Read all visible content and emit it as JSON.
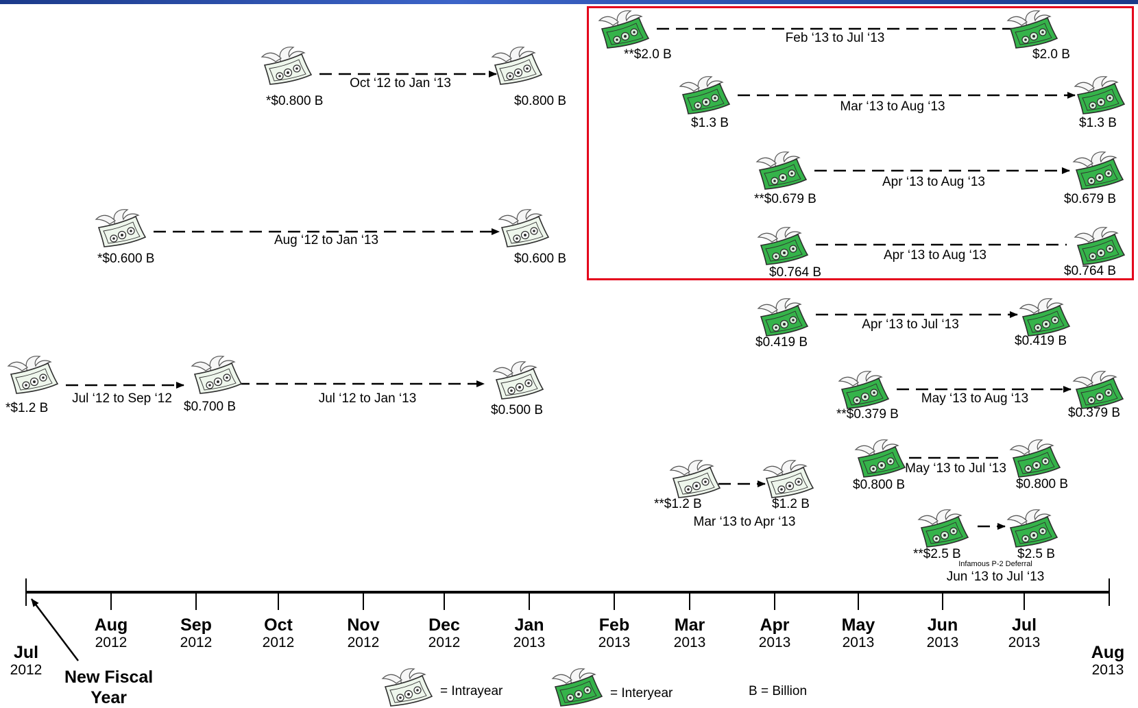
{
  "colors": {
    "interyear_bill": "#35b34a",
    "intrayear_bill": "#eef6ec",
    "highlight_box": "#e4001b",
    "header_strip": "#1b3a8a"
  },
  "icons": {
    "intrayear": "flying-money-white-icon",
    "interyear": "flying-money-green-icon"
  },
  "timeline": {
    "start": {
      "month": "Jul",
      "year": "2012"
    },
    "end": {
      "month": "Aug",
      "year": "2013"
    },
    "months": [
      {
        "month": "Aug",
        "year": "2012"
      },
      {
        "month": "Sep",
        "year": "2012"
      },
      {
        "month": "Oct",
        "year": "2012"
      },
      {
        "month": "Nov",
        "year": "2012"
      },
      {
        "month": "Dec",
        "year": "2012"
      },
      {
        "month": "Jan",
        "year": "2013"
      },
      {
        "month": "Feb",
        "year": "2013"
      },
      {
        "month": "Mar",
        "year": "2013"
      },
      {
        "month": "Apr",
        "year": "2013"
      },
      {
        "month": "May",
        "year": "2013"
      },
      {
        "month": "Jun",
        "year": "2013"
      },
      {
        "month": "Jul",
        "year": "2013"
      }
    ],
    "new_fiscal_year": [
      "New Fiscal",
      "Year"
    ]
  },
  "deferrals": [
    {
      "id": "d1",
      "type": "intra",
      "from": "*$0.800 B",
      "to": "$0.800 B",
      "period": "Oct ‘12 to Jan ‘13"
    },
    {
      "id": "d2",
      "type": "intra",
      "from": "*$0.600 B",
      "to": "$0.600 B",
      "period": "Aug ‘12 to Jan ‘13"
    },
    {
      "id": "d3",
      "type": "intra",
      "from": "*$1.2 B",
      "to": "$0.700 B",
      "period": "Jul ‘12 to Sep ‘12"
    },
    {
      "id": "d4",
      "type": "intra",
      "from": "$0.700 B",
      "to": "$0.500 B",
      "period": "Jul ‘12 to Jan ‘13"
    },
    {
      "id": "d5",
      "type": "inter",
      "from": "**$2.0 B",
      "to": "$2.0 B",
      "period": "Feb ‘13 to Jul ‘13"
    },
    {
      "id": "d6",
      "type": "inter",
      "from": "$1.3 B",
      "to": "$1.3 B",
      "period": "Mar ‘13 to Aug ‘13"
    },
    {
      "id": "d7",
      "type": "inter",
      "from": "**$0.679 B",
      "to": "$0.679 B",
      "period": "Apr ‘13 to Aug ‘13"
    },
    {
      "id": "d8",
      "type": "inter",
      "from": "$0.764 B",
      "to": "$0.764 B",
      "period": "Apr ‘13 to Aug ‘13"
    },
    {
      "id": "d9",
      "type": "inter",
      "from": "$0.419 B",
      "to": "$0.419 B",
      "period": "Apr ‘13 to Jul ‘13"
    },
    {
      "id": "d10",
      "type": "inter",
      "from": "**$0.379 B",
      "to": "$0.379 B",
      "period": "May ‘13 to Aug ‘13"
    },
    {
      "id": "d11",
      "type": "inter",
      "from": "$0.800 B",
      "to": "$0.800 B",
      "period": "May ‘13 to Jul ‘13"
    },
    {
      "id": "d12",
      "type": "intra",
      "from": "**$1.2 B",
      "to": "$1.2 B",
      "period": "Mar ‘13 to Apr ‘13"
    },
    {
      "id": "d13",
      "type": "inter",
      "from": "**$2.5 B",
      "to": "$2.5 B",
      "period": "Jun ‘13 to Jul ‘13",
      "note": "Infamous P-2 Deferral"
    }
  ],
  "legend": {
    "intrayear": "= Intrayear",
    "interyear": "= Interyear",
    "billion": "B = Billion"
  }
}
